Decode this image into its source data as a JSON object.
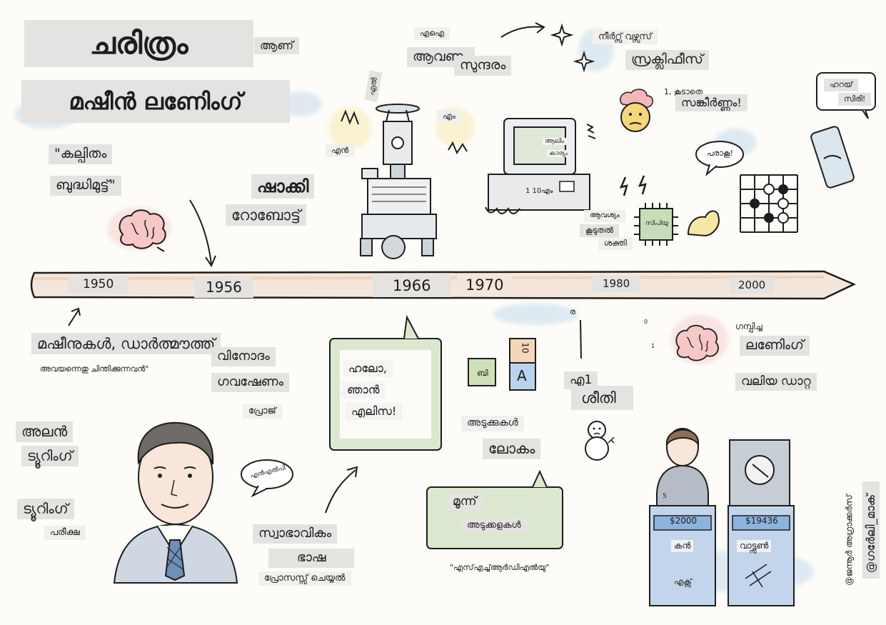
{
  "title": {
    "line1": "ചരിത്രം",
    "tag": "ആണ്",
    "line2": "മഷീൻ ലണിേംഗ്"
  },
  "labels": {
    "fiction_1": "\"കല്പിതം",
    "fiction_2": "ബുദ്ധിമുട്ട്\"",
    "shakey_1": "ഷാക്കി",
    "shakey_2": "റോബോട്ട്",
    "robot_tag_e": "എൽ",
    "robot_tag_en": "എൻ",
    "robot_tag_em": "എം",
    "ai_small": "എഐ",
    "ai_1": "ആവണം",
    "ai_2": "സുന്ദരം",
    "nurses_1": "നീർറ്സ് വഴ്സസ്",
    "nurses_2": "സ്രക്ലിഫീസ്",
    "complex_pre": "1, കൂടാതെ",
    "complex": "സങ്കീർണ്ണം!",
    "hey_1": "ഹറയ്",
    "hey_2": "സിരി!",
    "speak": "പരാകൂ!",
    "more_power_1": "ആവശ്യം",
    "more_power_2": "കൂടുതൽ",
    "more_power_3": "ശക്തി",
    "chip": "സിപിയു",
    "pc_screen_1": "ആലിം",
    "pc_screen_2": "കാര്യം",
    "pc_base": "1 10എം",
    "dartmouth": "മഷീനുകൾ, ഡാർത്മൗത്ത്",
    "thinking": "അവയന്നെതു ചിന്തിക്കുന്നവൻ\"",
    "fun_1": "വിനോദം",
    "fun_2": "ഗവഷേണം",
    "fun_3": "പ്രോജ്",
    "alan_1": "അലൻ",
    "alan_2": "ട്യൂറിംഗ്",
    "turing_1": "ട്യൂറിംഗ്",
    "turing_2": "പരീക്ഷ",
    "nlp_bubble": "എൻഎൽപി",
    "nlp_1": "സ്വാഭാവികം",
    "nlp_2": "ഭാഷ",
    "nlp_3": "പ്രോസസ്സ് ചെയ്യൽ",
    "eliza_1": "ഹലോ,",
    "eliza_2": "ഞാൻ",
    "eliza_3": "എലിസ!",
    "blocks_1": "അടുക്കുകൾ",
    "blocks_2": "ലോകം",
    "block_b": "ബി",
    "block_10": "10",
    "block_a": "A",
    "stack_1": "മൂന്ന്",
    "stack_2": "അടുക്കളകൾ",
    "shrdlu": "\"എസ്എച്ച്ആർഡിഎൽയു\"",
    "ai1": "എ1",
    "winter": "ശീതി",
    "dot": "ര",
    "bits_1": "0",
    "bits_2": "1",
    "deep_pre": "ഗമ്പ്പിച്ച",
    "deep": "ലണിേംഗ്",
    "bigdata": "വലിയ ഡാറ്റ",
    "ken_amt": "$2000",
    "ken": "കൻ",
    "watson_amt": "$19436",
    "watson": "വാട്ട്സൺ",
    "ex": "എക്സ്",
    "ex5": "5",
    "credit_1": "@ജന്നൂർ അഗ്രാക്കർസ്",
    "credit_2": "@ഗർേലി_മാക്"
  },
  "timeline": {
    "years": [
      "1950",
      "1956",
      "1966",
      "1970",
      "1980",
      "2000"
    ]
  },
  "colors": {
    "tag_bg": "#e4e3e1",
    "line": "#1d1d1d",
    "band": "#f3e4d8",
    "green_bubble": "#dbe8cf",
    "blue": "#a8c8e6",
    "pink": "#f2b8b8",
    "yellow": "#f4e08a"
  }
}
